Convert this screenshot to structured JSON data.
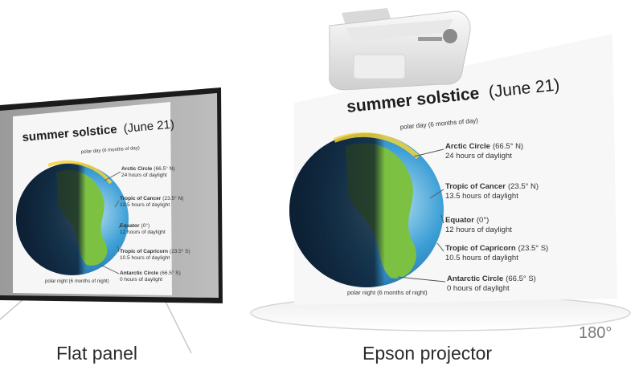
{
  "slide": {
    "title_bold": "summer solstice",
    "title_date": "(June 21)",
    "polar_day": "polar day (6 months of day)",
    "polar_night": "polar night (6 months of night)",
    "labels": [
      {
        "name": "Arctic Circle",
        "detail": "(66.5° N)",
        "sub": "24 hours of daylight"
      },
      {
        "name": "Tropic of Cancer",
        "detail": "(23.5° N)",
        "sub": "13.5 hours of daylight"
      },
      {
        "name": "Equator",
        "detail": "(0°)",
        "sub": "12 hours of daylight"
      },
      {
        "name": "Tropic of Capricorn",
        "detail": "(23.5° S)",
        "sub": "10.5 hours of daylight"
      },
      {
        "name": "Antarctic Circle",
        "detail": "(66.5° S)",
        "sub": "0 hours of daylight"
      }
    ]
  },
  "captions": {
    "flat_panel": "Flat panel",
    "projector": "Epson projector",
    "angle": "180°"
  },
  "colors": {
    "tv_bezel": "#2a2a2a",
    "ocean": "#3aa0d8",
    "land": "#7cc142",
    "sun_glow": "#f2d33b"
  }
}
